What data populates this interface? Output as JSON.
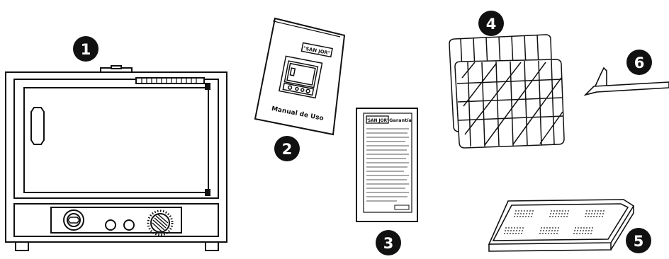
{
  "badges": {
    "oven": "1",
    "manual": "2",
    "warranty": "3",
    "racks": "4",
    "tray": "5",
    "hook": "6"
  },
  "manual": {
    "brand": "\"SAN JOR\"",
    "title": "Manual de Uso"
  },
  "warranty": {
    "brand": "\"SAN JOR\"",
    "title": "Garantía"
  },
  "colors": {
    "ink": "#111111",
    "paper": "#ffffff"
  }
}
